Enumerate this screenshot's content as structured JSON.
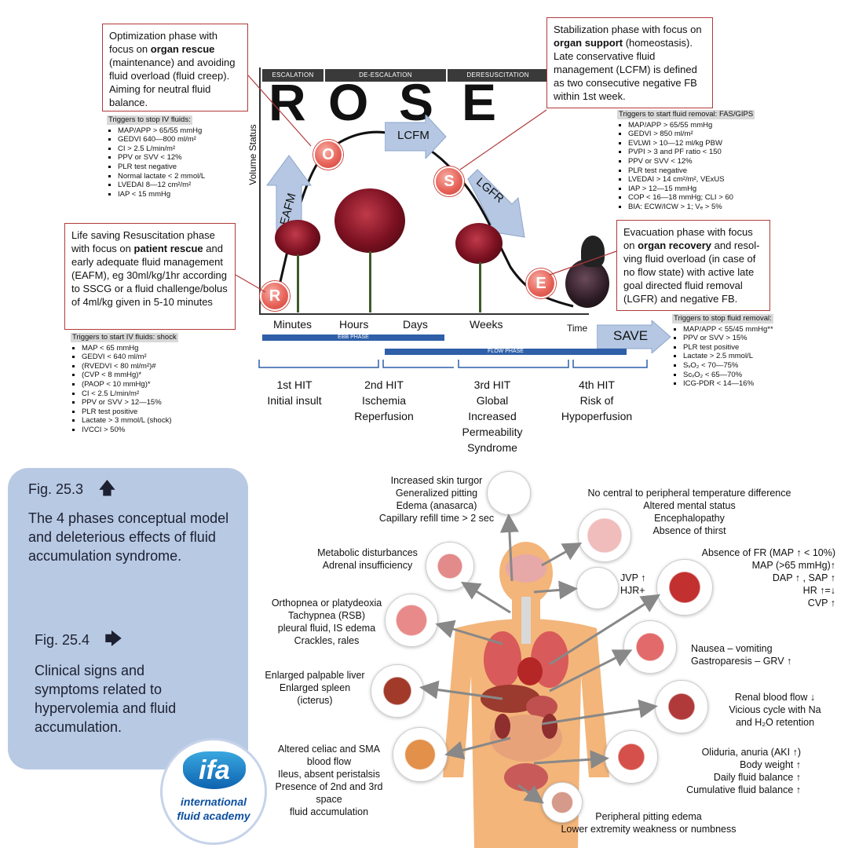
{
  "phases": {
    "escalation": "ESCALATION",
    "deescalation": "DE-ESCALATION",
    "deresuscitation": "DERESUSCITATION"
  },
  "rose_letters": [
    "R",
    "O",
    "S",
    "E"
  ],
  "axis": {
    "y_label": "Volume Status",
    "time_label": "Time"
  },
  "callouts": {
    "optimization": {
      "pre": "Optimization phase with focus on ",
      "bold": "organ rescue",
      "post": " (maintenance) and avoiding fluid overload (fluid creep). Aiming for neutral fluid balance."
    },
    "stabilization": {
      "pre": "Stabilization phase with focus on ",
      "bold": "organ support",
      "post": " (homeostasis). Late conservative fluid management (LCFM) is defined as two consecutive negative FB within 1st week."
    },
    "resuscitation": {
      "pre": "Life saving Resuscitation phase with focus on ",
      "bold": "patient rescue",
      "post": " and early adequate fluid management (EAFM), eg 30ml/kg/1hr according to SSCG or a fluid challenge/bolus of 4ml/kg given in 5-10 minutes"
    },
    "evacuation": {
      "pre": "Evacuation phase with focus on ",
      "bold": "organ recovery",
      "post": " and resol-ving fluid overload (in case of no flow state) with active late goal directed fluid removal (LGFR) and negative FB."
    }
  },
  "triggers": {
    "stop_iv": {
      "title": "Triggers to stop IV fluids:",
      "items": [
        "MAP/APP > 65/55 mmHg",
        "GEDVI 640—800 ml/m²",
        "CI > 2.5 L/min/m²",
        "PPV or SVV < 12%",
        "PLR test negative",
        "Normal lactate < 2 mmol/L",
        "LVEDAI  8—12 cm²/m²",
        "IAP < 15 mmHg"
      ]
    },
    "start_removal": {
      "title": "Triggers to start fluid removal: FAS/GIPS",
      "items": [
        "MAP/APP > 65/55 mmHg",
        "GEDVI > 850 ml/m²",
        "EVLWI > 10—12 ml/kg PBW",
        "PVPI > 3 and PF ratio < 150",
        "PPV or SVV < 12%",
        "PLR test negative",
        "LVEDAI  > 14 cm²/m², VExUS",
        "IAP > 12—15 mmHg",
        "COP < 16—18 mmHg; CLI > 60",
        "BIA: ECW/ICW > 1; Vₑ > 5%"
      ]
    },
    "start_iv": {
      "title": "Triggers to start IV fluids: shock",
      "items": [
        "MAP < 65 mmHg",
        "GEDVI < 640 ml/m²",
        "(RVEDVI < 80 ml/m²)#",
        "(CVP < 8 mmHg)*",
        "(PAOP < 10 mmHg)*",
        "CI < 2.5 L/min/m²",
        "PPV or SVV > 12—15%",
        "PLR test positive",
        "Lactate > 3 mmol/L (shock)",
        "IVCCI > 50%"
      ]
    },
    "stop_removal": {
      "title": "Triggers to stop fluid removal:",
      "items": [
        "MAP/APP < 55/45 mmHg**",
        "PPV or SVV > 15%",
        "PLR test positive",
        "Lactate > 2.5 mmol/L",
        "SᵥO₂ < 70—75%",
        "SᴄᵥO₂ < 65—70%",
        "ICG-PDR < 14—16%"
      ]
    }
  },
  "curve_arrows": {
    "eafm": "EAFM",
    "lcfm": "LCFM",
    "lgfr": "LGFR"
  },
  "time_labels": [
    "Minutes",
    "Hours",
    "Days",
    "Weeks"
  ],
  "bars": {
    "ebb": "EBB PHASE",
    "flow": "FLOW PHASE",
    "save": "SAVE"
  },
  "hits": [
    {
      "line1": "1st HIT",
      "rest": "Initial insult"
    },
    {
      "line1": "2nd HIT",
      "rest": "Ischemia Reperfusion"
    },
    {
      "line1": "3rd HIT",
      "rest": "Global Increased Permeability Syndrome"
    },
    {
      "line1": "4th HIT",
      "rest": "Risk of Hypoperfusion"
    }
  ],
  "info": {
    "fig1_label": "Fig. 25.3",
    "fig1_text": "The 4 phases conceptual model and deleterious effects of fluid accumulation syndrome.",
    "fig2_label": "Fig. 25.4",
    "fig2_text": "Clinical signs and symptoms related to hypervolemia and fluid accumulation."
  },
  "logo": {
    "mark": "ifa",
    "line1": "international",
    "line2": "fluid academy"
  },
  "symptoms": {
    "skin": [
      "Increased skin turgor",
      "Generalized pitting",
      "Edema (anasarca)",
      "Capillary refill time > 2 sec"
    ],
    "brain": [
      "No central to peripheral temperature difference",
      "Altered mental status",
      "Encephalopathy",
      "Absence of thirst"
    ],
    "thyroid": [
      "Metabolic disturbances",
      "Adrenal insufficiency"
    ],
    "jvp": [
      "JVP ↑",
      "HJR+"
    ],
    "heart": [
      "Absence of FR (MAP ↑ < 10%)",
      "MAP (>65 mmHg)↑",
      "DAP ↑ , SAP ↑",
      "HR ↑=↓",
      "CVP ↑"
    ],
    "lungs": [
      "Orthopnea or platydeoxia",
      "Tachypnea (RSB)",
      "pleural fluid, IS edema",
      "Crackles, rales"
    ],
    "stomach": [
      "Nausea – vomiting",
      "Gastroparesis – GRV ↑"
    ],
    "liver": [
      "Enlarged palpable liver",
      "Enlarged spleen",
      "(icterus)"
    ],
    "kidney": [
      "Renal blood flow ↓",
      "Vicious cycle with Na",
      "and H₂O retention"
    ],
    "intestine": [
      "Altered celiac and SMA",
      "blood flow",
      "Ileus, absent peristalsis",
      "Presence of 2nd and 3rd space",
      "fluid accumulation"
    ],
    "bladder": [
      "Oliduria, anuria (AKI ↑)",
      "Body weight ↑",
      "Daily fluid balance ↑",
      "Cumulative fluid balance ↑"
    ],
    "leg": [
      "Peripheral pitting edema",
      "Lower extremity weakness or numbness"
    ]
  }
}
